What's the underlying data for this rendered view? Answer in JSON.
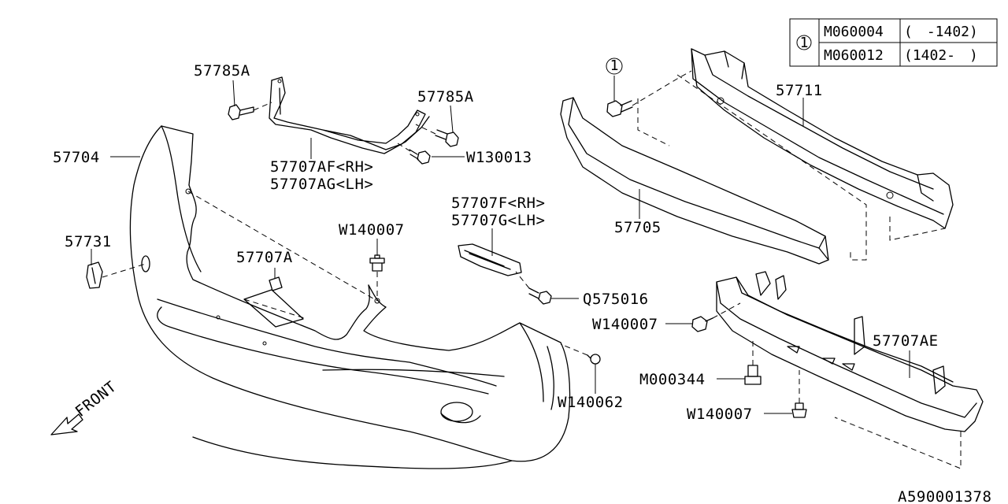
{
  "table": {
    "ref": "1",
    "rows": [
      {
        "part": "M060004",
        "range": "(　-1402)"
      },
      {
        "part": "M060012",
        "range": "(1402-　)"
      }
    ]
  },
  "labels": {
    "p57785A_top": "57785A",
    "p57785A_right": "57785A",
    "p57704": "57704",
    "p57707AF": "57707AF<RH>",
    "p57707AG": "57707AG<LH>",
    "pW130013": "W130013",
    "p57731": "57731",
    "p57707A": "57707A",
    "pW140007_center": "W140007",
    "p57707F": "57707F<RH>",
    "p57707G": "57707G<LH>",
    "pQ575016": "Q575016",
    "pW140062": "W140062",
    "p57711": "57711",
    "p57705": "57705",
    "pW140007_right": "W140007",
    "p57707AE": "57707AE",
    "pM000344": "M000344",
    "pW140007_bottom": "W140007",
    "front": "FRONT",
    "callout_ref": "1",
    "diagram_id": "A590001378"
  }
}
